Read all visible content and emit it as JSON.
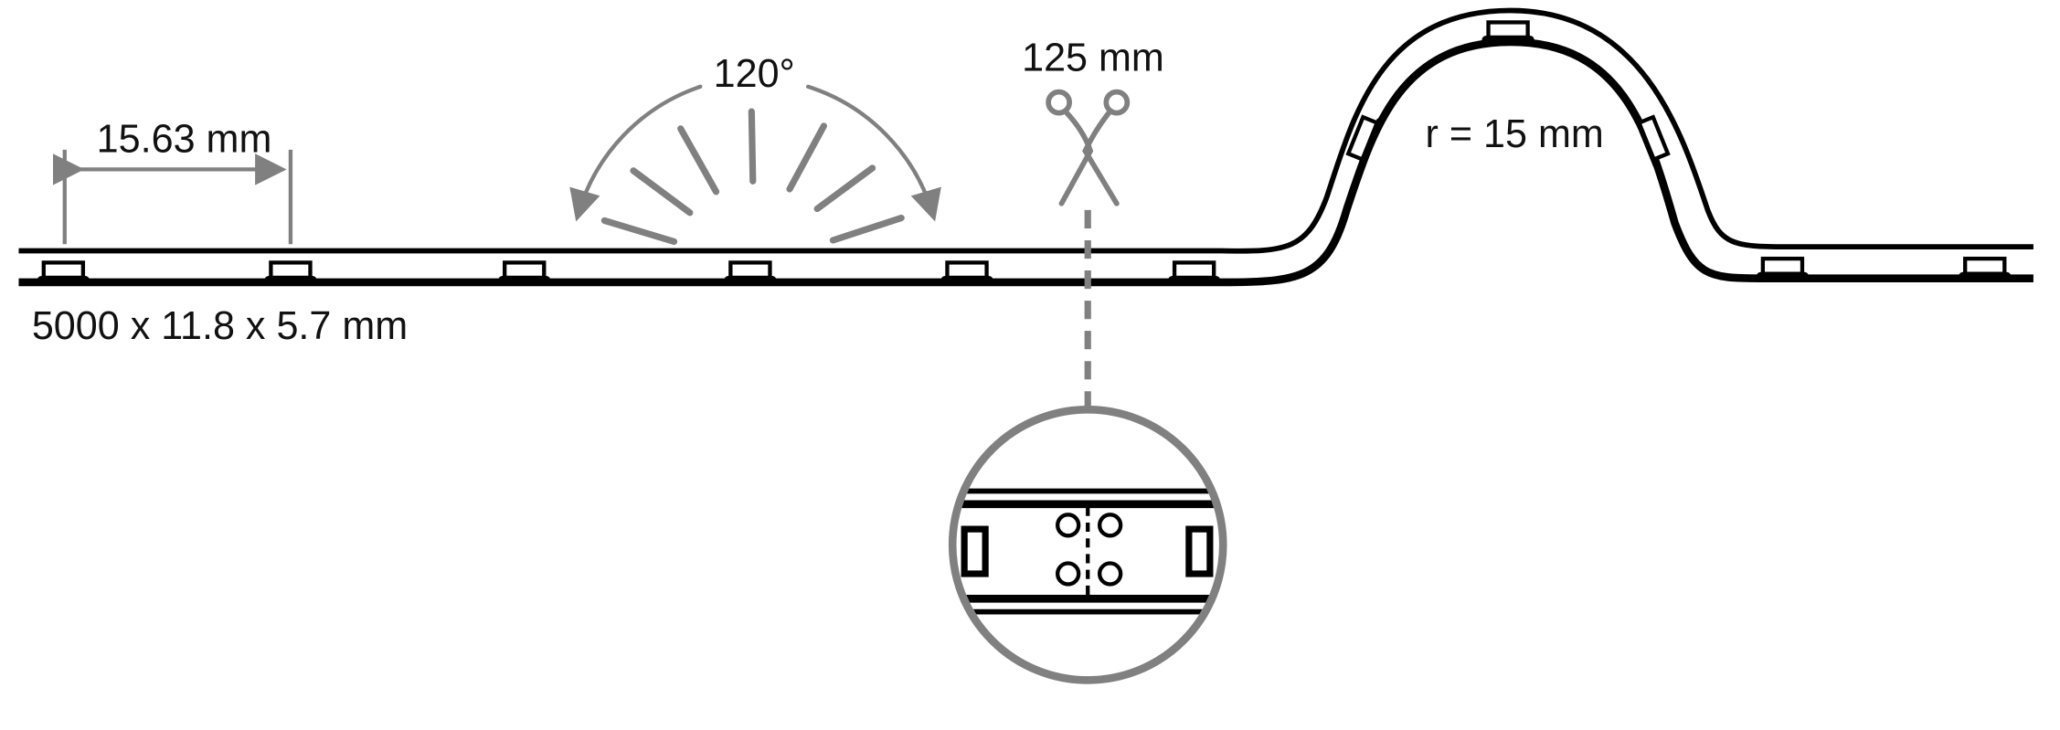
{
  "labels": {
    "pitch": "15.63 mm",
    "angle": "120°",
    "cut_length": "125 mm",
    "radius": "r = 15 mm",
    "dimensions": "5000 x 11.8 x 5.7 mm"
  },
  "icons": {
    "cut": "scissors-icon"
  },
  "colors": {
    "strip": "#000000",
    "annotation": "#808080"
  }
}
